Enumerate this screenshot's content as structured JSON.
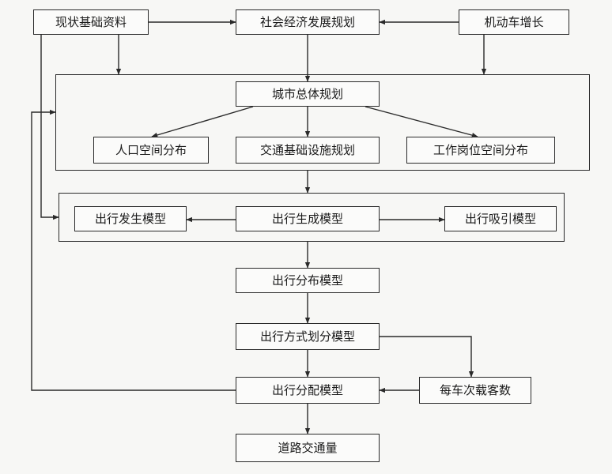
{
  "nodes": {
    "current_data": "现状基础资料",
    "socioeconomic_plan": "社会经济发展规划",
    "vehicle_growth": "机动车增长",
    "master_plan": "城市总体规划",
    "population_distribution": "人口空间分布",
    "transport_infrastructure_plan": "交通基础设施规划",
    "job_distribution": "工作岗位空间分布",
    "trip_production_model": "出行发生模型",
    "trip_generation_model": "出行生成模型",
    "trip_attraction_model": "出行吸引模型",
    "trip_distribution_model": "出行分布模型",
    "mode_split_model": "出行方式划分模型",
    "trip_assignment_model": "出行分配模型",
    "vehicle_occupancy": "每车次载客数",
    "road_traffic_volume": "道路交通量"
  }
}
